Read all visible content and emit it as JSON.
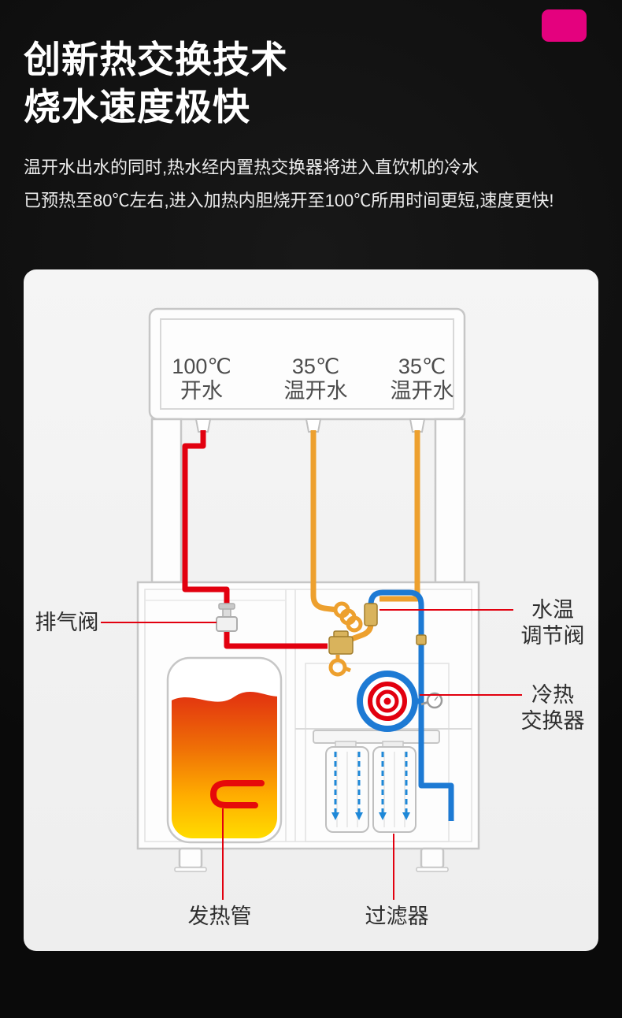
{
  "header": {
    "title_line1": "创新热交换技术",
    "title_line2": "烧水速度极快",
    "desc_line1": "温开水出水的同时,热水经内置热交换器将进入直饮机的冷水",
    "desc_line2": "已预热至80℃左右,进入加热内胆烧开至100℃所用时间更短,速度更快!",
    "accent_color": "#e4017e"
  },
  "diagram": {
    "outlets": [
      {
        "temp": "100℃",
        "name": "开水"
      },
      {
        "temp": "35℃",
        "name": "温开水"
      },
      {
        "temp": "35℃",
        "name": "温开水"
      }
    ],
    "labels": {
      "exhaust_valve": "排气阀",
      "water_temp_valve_line1": "水温",
      "water_temp_valve_line2": "调节阀",
      "heat_exchanger_line1": "冷热",
      "heat_exchanger_line2": "交换器",
      "heating_tube": "发热管",
      "filter": "过滤器"
    },
    "colors": {
      "hot_water_pipe": "#e2000f",
      "warm_water_pipe": "#eda02e",
      "cold_water_pipe": "#1d7ad4",
      "machine_outline": "#c6c6c6",
      "callout_line": "#e2000f"
    }
  }
}
